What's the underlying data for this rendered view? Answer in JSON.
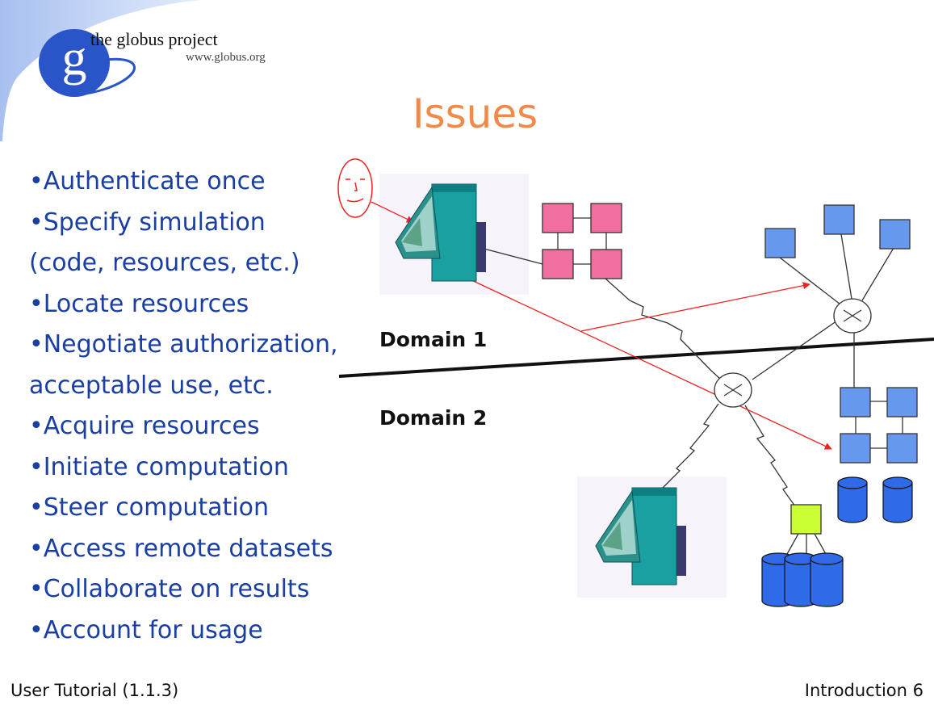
{
  "logo": {
    "name": "the globus project",
    "url": "www.globus.org"
  },
  "title": "Issues",
  "bullets": [
    "•Authenticate once",
    "•Specify simulation",
    "(code, resources, etc.)",
    "•Locate resources",
    "•Negotiate authorization,",
    "acceptable use, etc.",
    "•Acquire resources",
    "•Initiate computation",
    "•Steer computation",
    "•Access remote datasets",
    "•Collaborate on results",
    "•Account for usage"
  ],
  "diagram": {
    "domain1_label": "Domain 1",
    "domain2_label": "Domain 2",
    "icons": [
      "user-face-icon",
      "workstation-icon",
      "router-icon",
      "cluster-node-icon",
      "storage-disk-icon"
    ]
  },
  "footer": {
    "left": "User Tutorial (1.1.3)",
    "right": "Introduction 6"
  },
  "colors": {
    "title": "#f08a4b",
    "bullets": "#1a3fa3",
    "user_and_requests": "#ee2222",
    "pink_cluster": "#f06fa0",
    "blue_nodes": "#6699ee",
    "lime_node": "#ccff33",
    "disks": "#2f6be8",
    "logo_blue": "#2a55c8",
    "swoosh": "#b9cdf3"
  }
}
